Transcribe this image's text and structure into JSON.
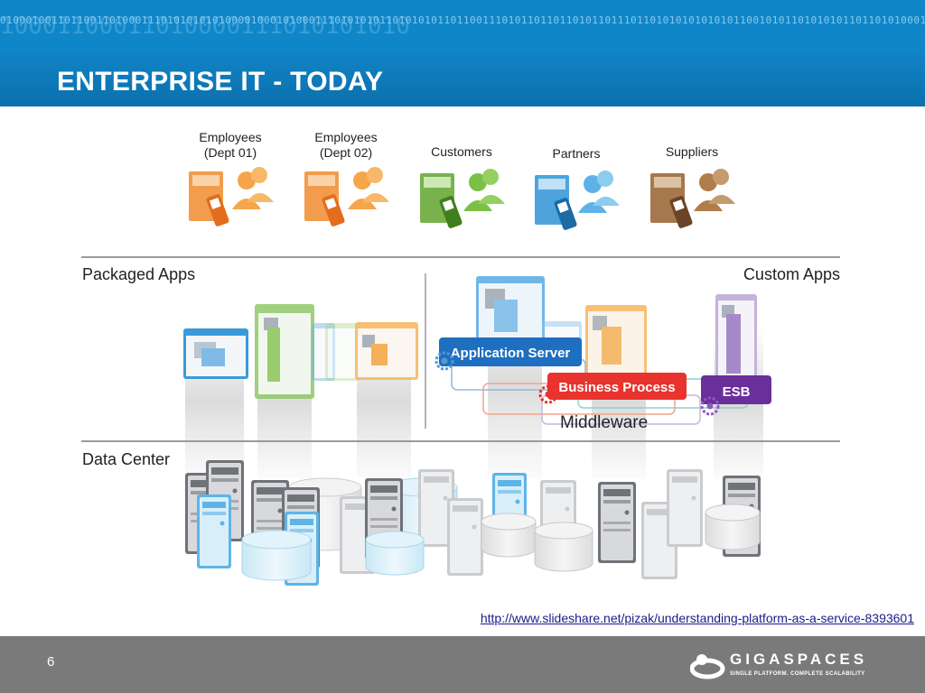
{
  "header": {
    "binary_text": "0100010011011001101000111010101010100001000101000111010101011010101011011001110101101101101011011101101010101010101100101011010101011011010100010011011001101000111",
    "binary_big": "10001100011010000111010101010",
    "title": "ENTERPRISE IT - TODAY"
  },
  "users": [
    {
      "label_line1": "Employees",
      "label_line2": "(Dept 01)",
      "color": "#f0923a"
    },
    {
      "label_line1": "Employees",
      "label_line2": "(Dept 02)",
      "color": "#f0923a"
    },
    {
      "label_line1": "Customers",
      "label_line2": "",
      "color": "#6aaa3a"
    },
    {
      "label_line1": "Partners",
      "label_line2": "",
      "color": "#3a9ad9"
    },
    {
      "label_line1": "Suppliers",
      "label_line2": "",
      "color": "#9b6a3a"
    }
  ],
  "sections": {
    "packaged_apps": "Packaged Apps",
    "custom_apps": "Custom Apps",
    "middleware": "Middleware",
    "data_center": "Data Center"
  },
  "middleware_boxes": {
    "application_server": "Application Server",
    "business_process": "Business Process",
    "esb": "ESB"
  },
  "colors": {
    "header_blue": "#0f86c8",
    "app_server_blue": "#1f6fc0",
    "business_process_red": "#e8332e",
    "esb_purple": "#6a2f9a",
    "footer_gray": "#7a7a7a"
  },
  "source_url": "http://www.slideshare.net/pizak/understanding-platform-as-a-service-8393601",
  "footer": {
    "slide_number": "6",
    "logo_name": "GIGASPACES",
    "logo_tagline": "SINGLE PLATFORM. COMPLETE SCALABILITY"
  }
}
